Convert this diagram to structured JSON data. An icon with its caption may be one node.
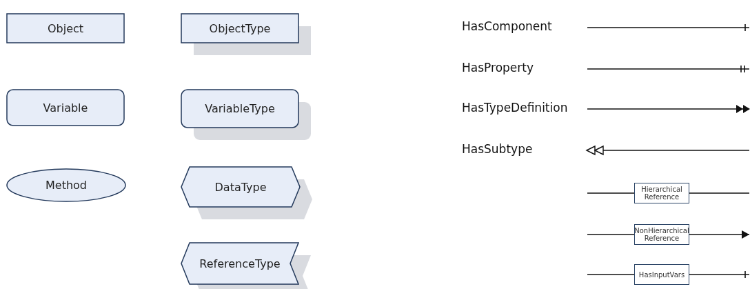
{
  "diagram": {
    "nodes": [
      {
        "text": [
          "Object"
        ]
      },
      {
        "text": [
          "ObjectType"
        ]
      },
      {
        "text": [
          "Variable"
        ]
      },
      {
        "text": [
          "VariableType"
        ]
      },
      {
        "text": [
          "Method"
        ]
      },
      {
        "text": [
          "DataType"
        ]
      },
      {
        "text": [
          "ReferenceType"
        ]
      }
    ],
    "legend": [
      {
        "text": "HasComponent"
      },
      {
        "text": "HasProperty"
      },
      {
        "text": "HasTypeDefinition"
      },
      {
        "text": "HasSubtype"
      },
      {
        "text": "Hierarchical Reference"
      },
      {
        "text": "NonHierarchical Reference"
      },
      {
        "text": "HasInputVars"
      }
    ]
  }
}
